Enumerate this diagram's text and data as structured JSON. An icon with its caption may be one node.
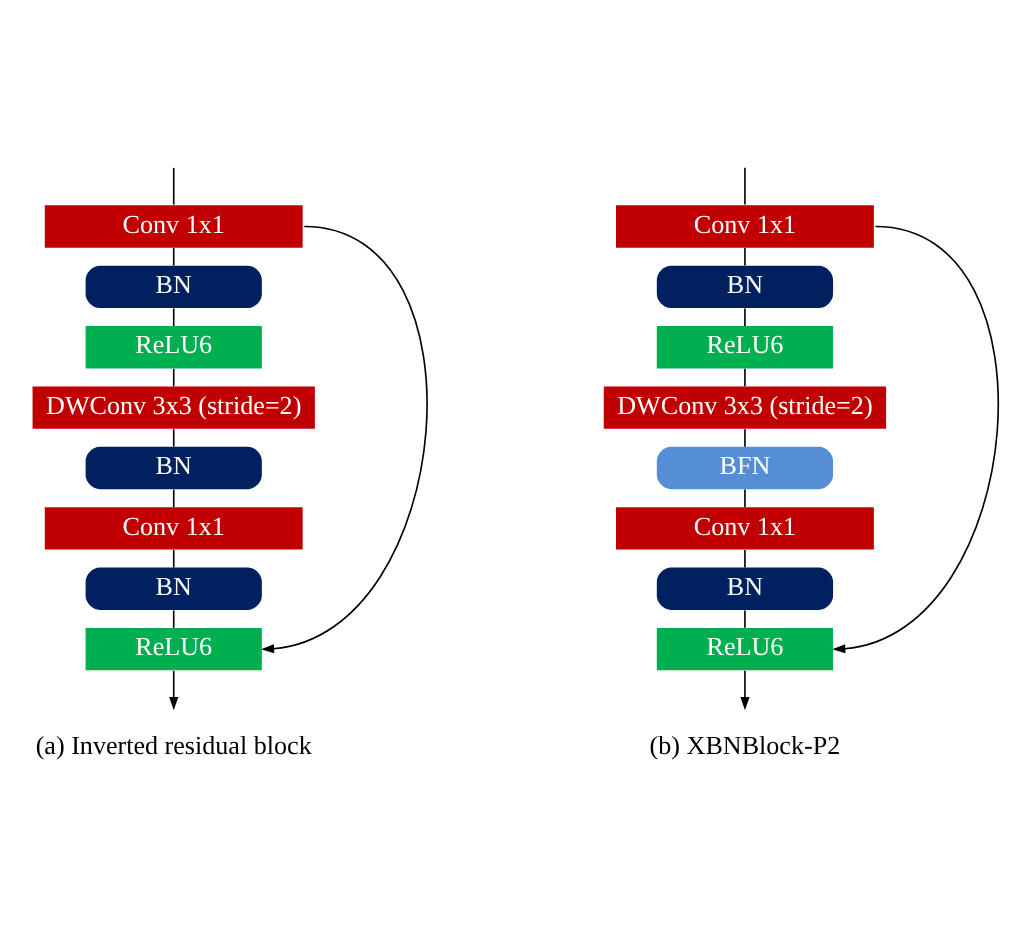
{
  "diagram": {
    "nodes": [
      {
        "text": [
          "Conv 1x1"
        ]
      },
      {
        "text": [
          "BN"
        ]
      },
      {
        "text": [
          "ReLU6"
        ]
      },
      {
        "text": [
          "DWConv 3x3 (stride=2)"
        ]
      },
      {
        "text": [
          "BN"
        ]
      },
      {
        "text": [
          "Conv 1x1"
        ]
      },
      {
        "text": [
          "BN"
        ]
      },
      {
        "text": [
          "ReLU6"
        ]
      },
      {
        "text": [
          "Conv 1x1"
        ]
      },
      {
        "text": [
          "BN"
        ]
      },
      {
        "text": [
          "ReLU6"
        ]
      },
      {
        "text": [
          "DWConv 3x3 (stride=2)"
        ]
      },
      {
        "text": [
          "BFN"
        ]
      },
      {
        "text": [
          "Conv 1x1"
        ]
      },
      {
        "text": [
          "BN"
        ]
      },
      {
        "text": [
          "ReLU6"
        ]
      }
    ],
    "edges": [
      {
        "from": null,
        "to": 0,
        "arrow": "none"
      },
      {
        "from": 0,
        "to": 1,
        "arrow": "none"
      },
      {
        "from": 1,
        "to": 2,
        "arrow": "none"
      },
      {
        "from": 2,
        "to": 3,
        "arrow": "none"
      },
      {
        "from": 3,
        "to": 4,
        "arrow": "none"
      },
      {
        "from": 4,
        "to": 5,
        "arrow": "none"
      },
      {
        "from": 5,
        "to": 6,
        "arrow": "none"
      },
      {
        "from": 6,
        "to": 7,
        "arrow": "none"
      },
      {
        "from": 7,
        "to": null,
        "arrow": "to"
      },
      {
        "from": 0,
        "to": 7,
        "arrow": "to"
      },
      {
        "from": null,
        "to": 8,
        "arrow": "none"
      },
      {
        "from": 8,
        "to": 9,
        "arrow": "none"
      },
      {
        "from": 9,
        "to": 10,
        "arrow": "none"
      },
      {
        "from": 10,
        "to": 11,
        "arrow": "none"
      },
      {
        "from": 11,
        "to": 12,
        "arrow": "none"
      },
      {
        "from": 12,
        "to": 13,
        "arrow": "none"
      },
      {
        "from": 13,
        "to": 14,
        "arrow": "none"
      },
      {
        "from": 14,
        "to": 15,
        "arrow": "none"
      },
      {
        "from": 15,
        "to": null,
        "arrow": "to"
      },
      {
        "from": 8,
        "to": 15,
        "arrow": "to"
      }
    ],
    "labels": [
      "(a) Inverted residual block",
      "(b) XBNBlock-P2"
    ]
  }
}
